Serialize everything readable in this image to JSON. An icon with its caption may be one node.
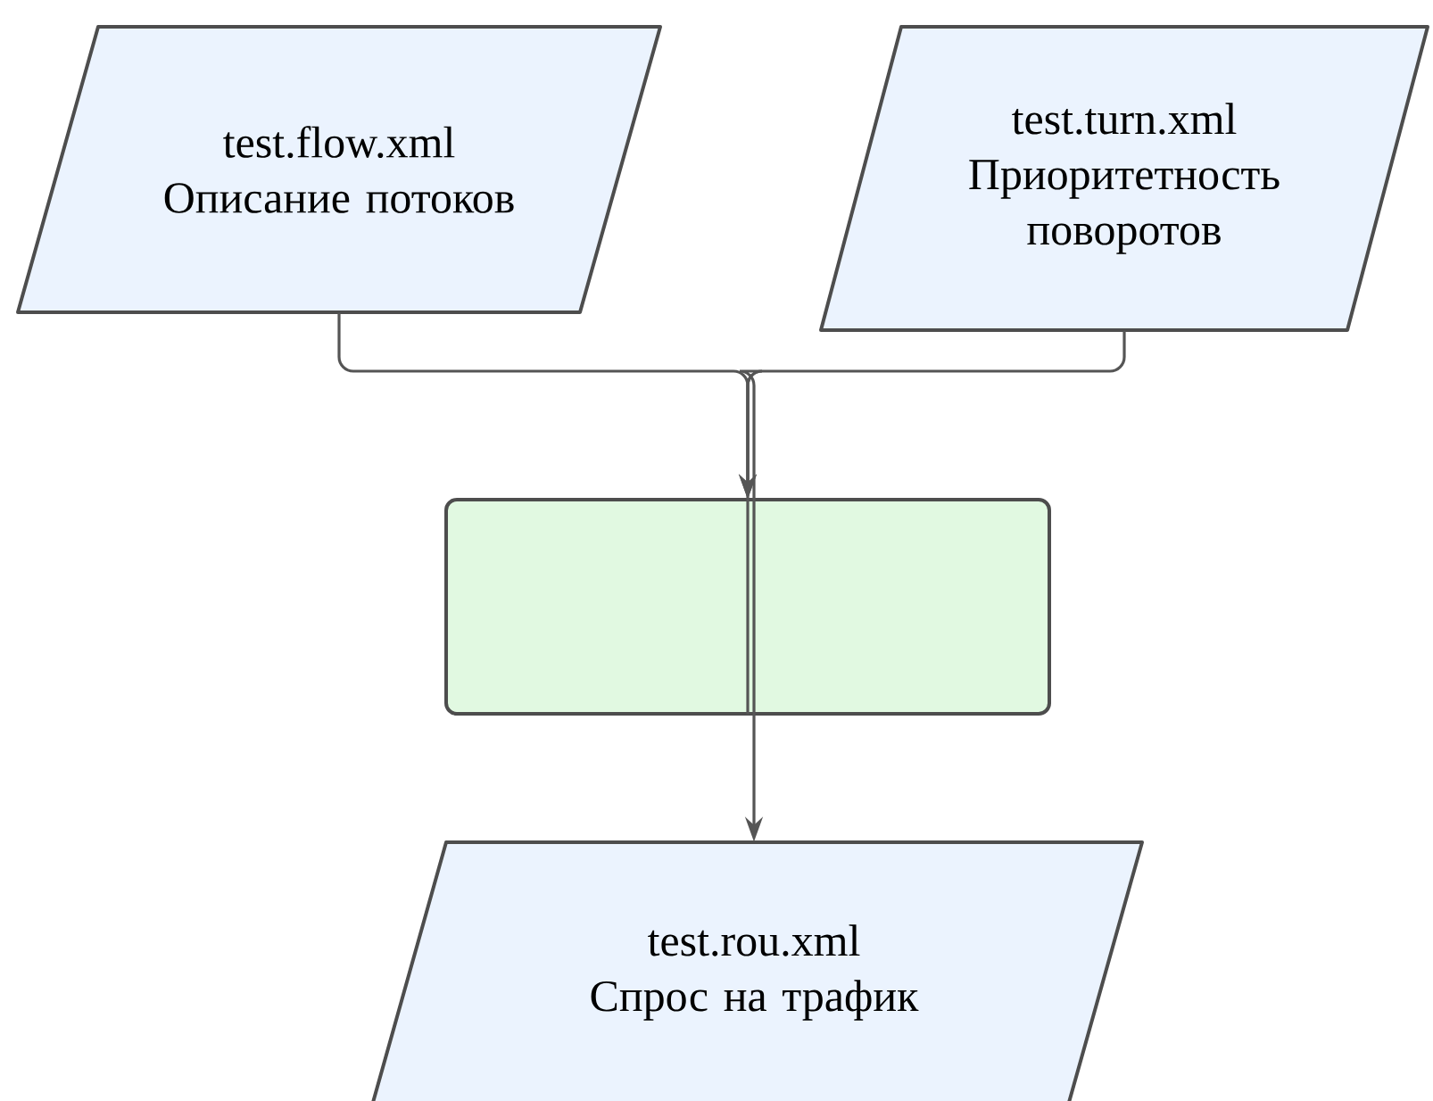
{
  "diagram": {
    "nodes": [
      {
        "text": [
          "test.flow.xml",
          "Описание потоков"
        ]
      },
      {
        "text": [
          "test.turn.xml",
          "Приоритетность поворотов"
        ]
      },
      {
        "text": [],
        "shape": "box"
      },
      {
        "text": [
          "test.rou.xml",
          "Спрос на трафик"
        ]
      }
    ],
    "edges": [
      {
        "from": 0,
        "to": 2,
        "arrow": "to"
      },
      {
        "from": 1,
        "to": 2,
        "arrow": "to"
      },
      {
        "from": 2,
        "to": 3,
        "arrow": "to"
      }
    ]
  }
}
